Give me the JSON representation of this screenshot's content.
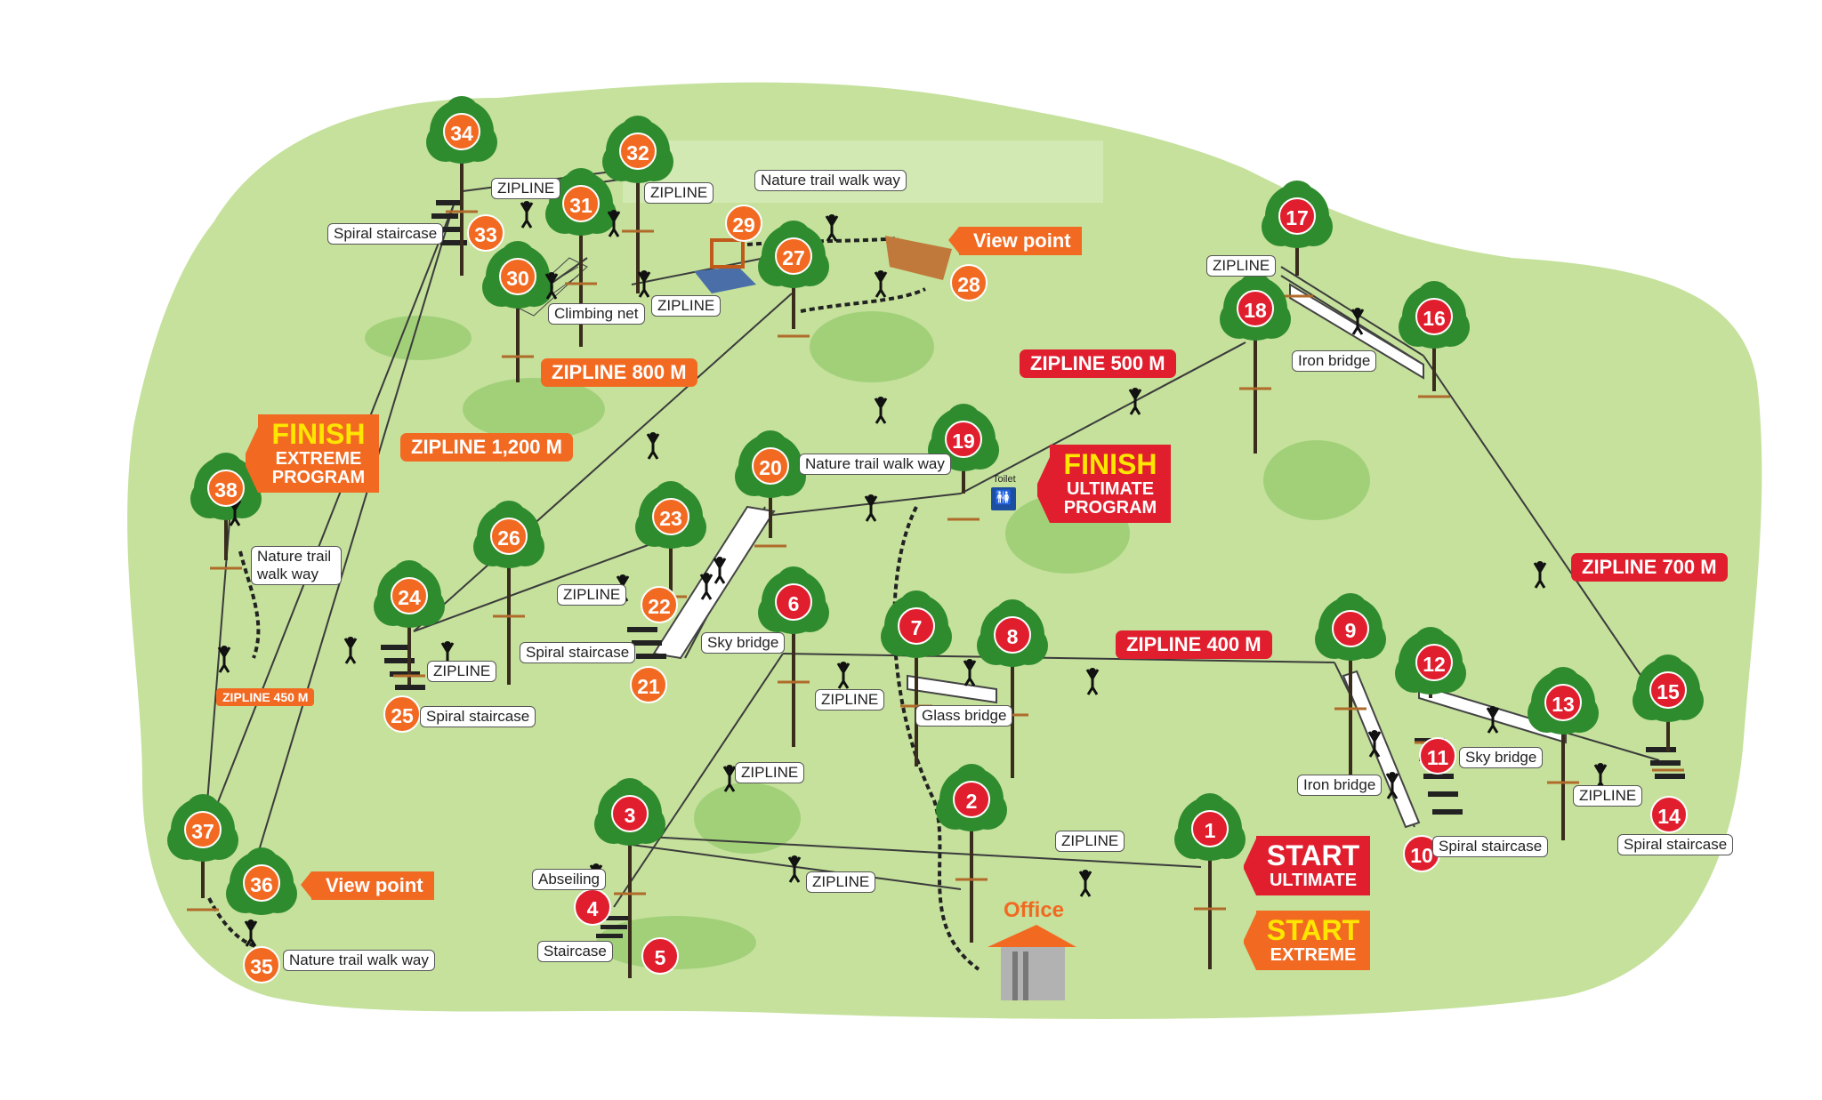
{
  "colors": {
    "ground": "#c5e19c",
    "hill": "#8fc46a",
    "accent_red": "#e01e2e",
    "accent_orange": "#f26a22",
    "trunk": "#3a2c1c",
    "leaf": "#2e8b2e"
  },
  "stations": [
    {
      "n": "1",
      "c": "red"
    },
    {
      "n": "2",
      "c": "red"
    },
    {
      "n": "3",
      "c": "red"
    },
    {
      "n": "4",
      "c": "red"
    },
    {
      "n": "5",
      "c": "red"
    },
    {
      "n": "6",
      "c": "red"
    },
    {
      "n": "7",
      "c": "red"
    },
    {
      "n": "8",
      "c": "red"
    },
    {
      "n": "9",
      "c": "red"
    },
    {
      "n": "10",
      "c": "red"
    },
    {
      "n": "11",
      "c": "red"
    },
    {
      "n": "12",
      "c": "red"
    },
    {
      "n": "13",
      "c": "red"
    },
    {
      "n": "14",
      "c": "red"
    },
    {
      "n": "15",
      "c": "red"
    },
    {
      "n": "16",
      "c": "red"
    },
    {
      "n": "17",
      "c": "red"
    },
    {
      "n": "18",
      "c": "red"
    },
    {
      "n": "19",
      "c": "red"
    },
    {
      "n": "20",
      "c": "orange"
    },
    {
      "n": "21",
      "c": "orange"
    },
    {
      "n": "22",
      "c": "orange"
    },
    {
      "n": "23",
      "c": "orange"
    },
    {
      "n": "24",
      "c": "orange"
    },
    {
      "n": "25",
      "c": "orange"
    },
    {
      "n": "26",
      "c": "orange"
    },
    {
      "n": "27",
      "c": "orange"
    },
    {
      "n": "28",
      "c": "orange"
    },
    {
      "n": "29",
      "c": "orange"
    },
    {
      "n": "30",
      "c": "orange"
    },
    {
      "n": "31",
      "c": "orange"
    },
    {
      "n": "32",
      "c": "orange"
    },
    {
      "n": "33",
      "c": "orange"
    },
    {
      "n": "34",
      "c": "orange"
    },
    {
      "n": "35",
      "c": "orange"
    },
    {
      "n": "36",
      "c": "orange"
    },
    {
      "n": "37",
      "c": "orange"
    },
    {
      "n": "38",
      "c": "orange"
    }
  ],
  "zipline_tags": {
    "z500": "ZIPLINE 500 M",
    "z700": "ZIPLINE 700 M",
    "z400": "ZIPLINE 400 M",
    "z800": "ZIPLINE 800 M",
    "z1200": "ZIPLINE 1,200 M",
    "z450": "ZIPLINE 450 M"
  },
  "labels": {
    "zipline": "ZIPLINE",
    "spiral_staircase": "Spiral staircase",
    "nature_trail": "Nature trail walk way",
    "nature_trail_l1": "Nature trail",
    "nature_trail_l2": "walk way",
    "climbing_net": "Climbing net",
    "iron_bridge": "Iron bridge",
    "sky_bridge": "Sky bridge",
    "glass_bridge": "Glass bridge",
    "abseiling": "Abseiling",
    "staircase": "Staircase",
    "toilet": "Toilet"
  },
  "signs": {
    "finish_extreme": {
      "l1": "FINISH",
      "l2": "EXTREME",
      "l3": "PROGRAM"
    },
    "finish_ultimate": {
      "l1": "FINISH",
      "l2": "ULTIMATE",
      "l3": "PROGRAM"
    },
    "start_ultimate": {
      "l1": "START",
      "l2": "ULTIMATE"
    },
    "start_extreme": {
      "l1": "START",
      "l2": "EXTREME"
    },
    "view_point": "View point",
    "office": "Office"
  }
}
